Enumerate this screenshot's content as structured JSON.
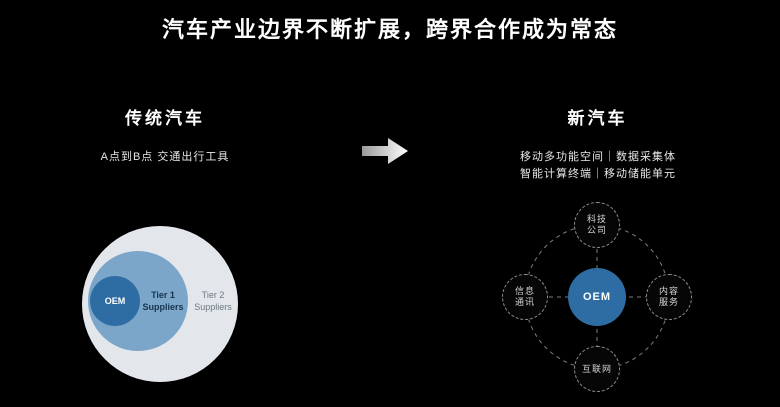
{
  "title": "汽车产业边界不断扩展，跨界合作成为常态",
  "left": {
    "heading": "传统汽车",
    "subtitle": "A点到B点 交通出行工具",
    "diagram": {
      "oem_label": "OEM",
      "tier1_line1": "Tier 1",
      "tier1_line2": "Suppliers",
      "tier2_line1": "Tier 2",
      "tier2_line2": "Suppliers"
    }
  },
  "arrow": {
    "name": "right-arrow"
  },
  "right": {
    "heading": "新汽车",
    "subtitle_line1": "移动多功能空间｜数据采集体",
    "subtitle_line2": "智能计算终端｜移动储能单元",
    "diagram": {
      "center_label": "OEM",
      "top_line1": "科技",
      "top_line2": "公司",
      "left_line1": "信息",
      "left_line2": "通讯",
      "right_line1": "内容",
      "right_line2": "服务",
      "bottom_label": "互联网"
    }
  },
  "colors": {
    "background": "#000000",
    "oem_blue": "#2e6da4",
    "tier1_blue": "#7ba5c9",
    "tier2_gray": "#e3e7eb",
    "dashed_line": "#7d7d7d"
  }
}
